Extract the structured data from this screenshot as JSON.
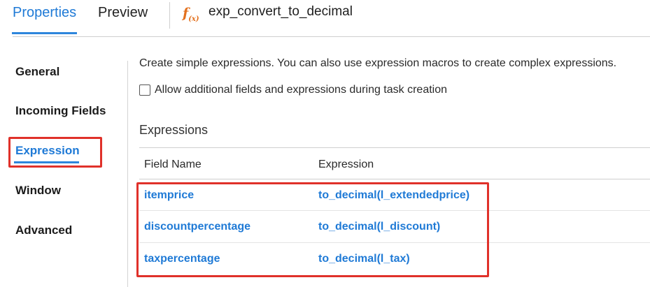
{
  "tabs": {
    "properties": "Properties",
    "preview": "Preview"
  },
  "transformation": {
    "icon": "function-icon",
    "icon_text": "f",
    "icon_sub": "(x)",
    "name": "exp_convert_to_decimal"
  },
  "sidebar": {
    "items": [
      {
        "label": "General"
      },
      {
        "label": "Incoming Fields"
      },
      {
        "label": "Expression",
        "active": true
      },
      {
        "label": "Window"
      },
      {
        "label": "Advanced"
      }
    ]
  },
  "main": {
    "description": "Create simple expressions. You can also use expression macros to create complex expressions.",
    "allow_checkbox": {
      "label": "Allow additional fields and expressions during task creation",
      "checked": false
    },
    "section_title": "Expressions",
    "columns": [
      "Field Name",
      "Expression"
    ],
    "rows": [
      {
        "field": "itemprice",
        "expression": "to_decimal(l_extendedprice)"
      },
      {
        "field": "discountpercentage",
        "expression": "to_decimal(l_discount)"
      },
      {
        "field": "taxpercentage",
        "expression": "to_decimal(l_tax)"
      }
    ]
  },
  "colors": {
    "accent": "#1f7ad6",
    "highlight": "#e0312a",
    "function_icon": "#e3711e"
  }
}
